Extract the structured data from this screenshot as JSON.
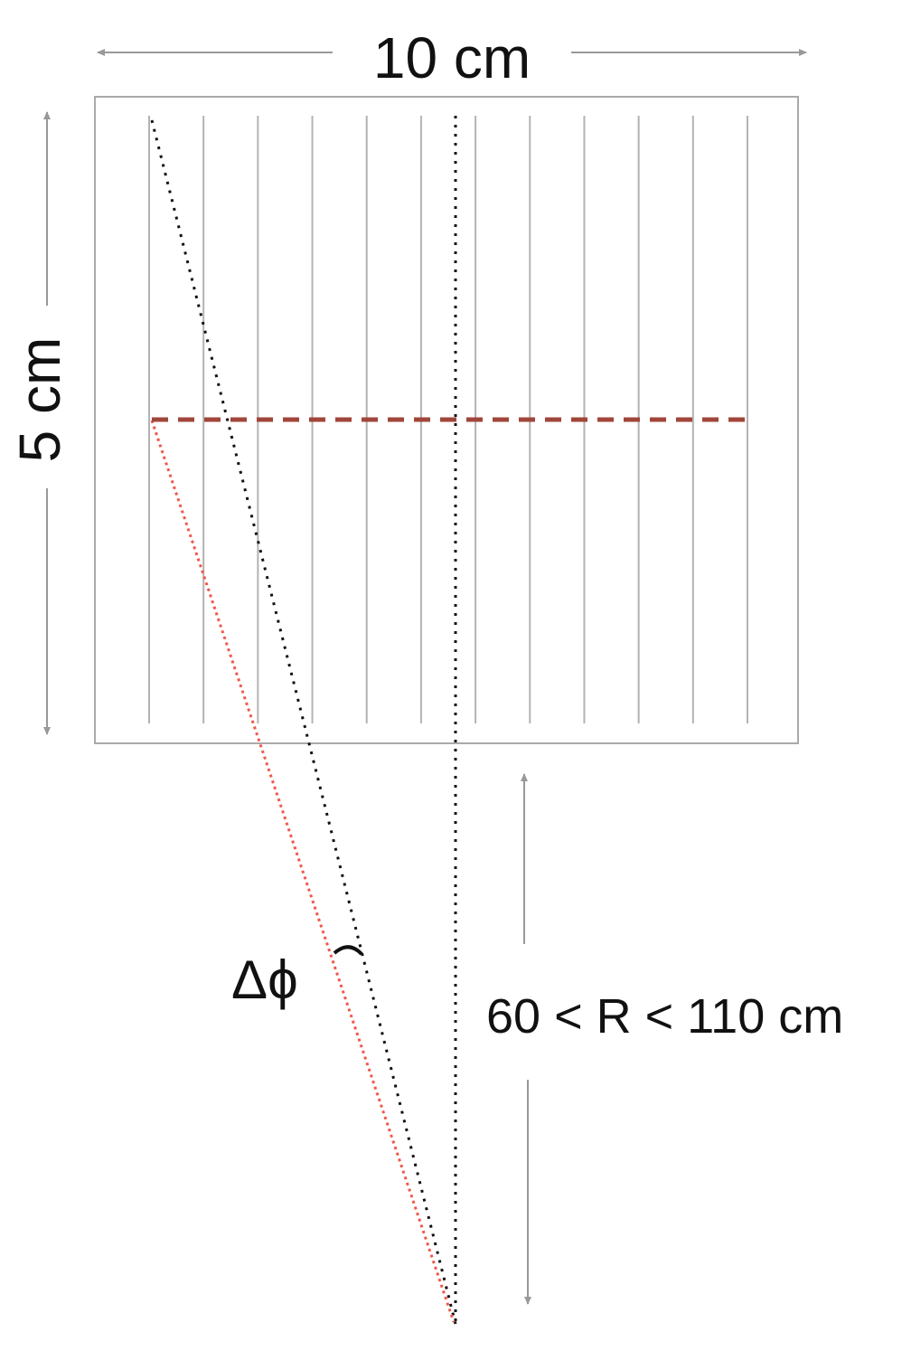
{
  "labels": {
    "width": "10 cm",
    "height": "5 cm",
    "radius": "60 < R < 110 cm",
    "angle": "Δϕ"
  },
  "colors": {
    "dimension_arrow": "#999999",
    "frame": "#aaaaaa",
    "strip": "#b3b3b3",
    "track_black": "#111111",
    "track_red": "#f0574a",
    "hit_line": "#a0463a"
  },
  "strip_count": 12
}
